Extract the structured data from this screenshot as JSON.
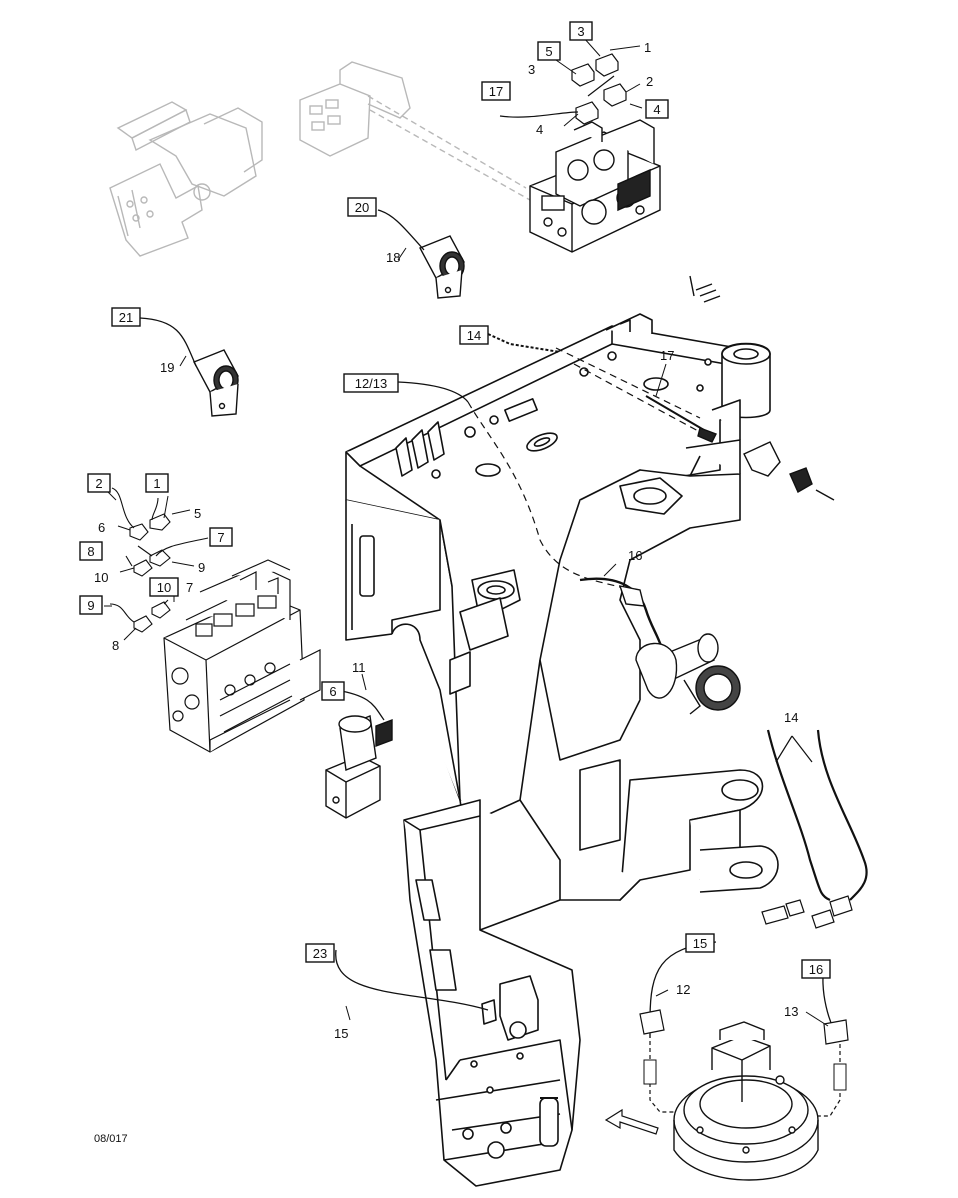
{
  "diagram": {
    "code": "08/017",
    "boxed_labels": [
      "3",
      "5",
      "17",
      "4",
      "20",
      "14",
      "12/13",
      "21",
      "2",
      "1",
      "7",
      "8",
      "10",
      "9",
      "6",
      "15",
      "16",
      "23"
    ],
    "callouts": [
      "1",
      "3",
      "2",
      "4",
      "18",
      "17",
      "19",
      "5",
      "6",
      "9",
      "10",
      "7",
      "8",
      "11",
      "16",
      "14",
      "12",
      "13",
      "15"
    ]
  },
  "colors": {
    "line": "#111111",
    "faded": "#b8b8b8",
    "fill": "#ffffff"
  }
}
